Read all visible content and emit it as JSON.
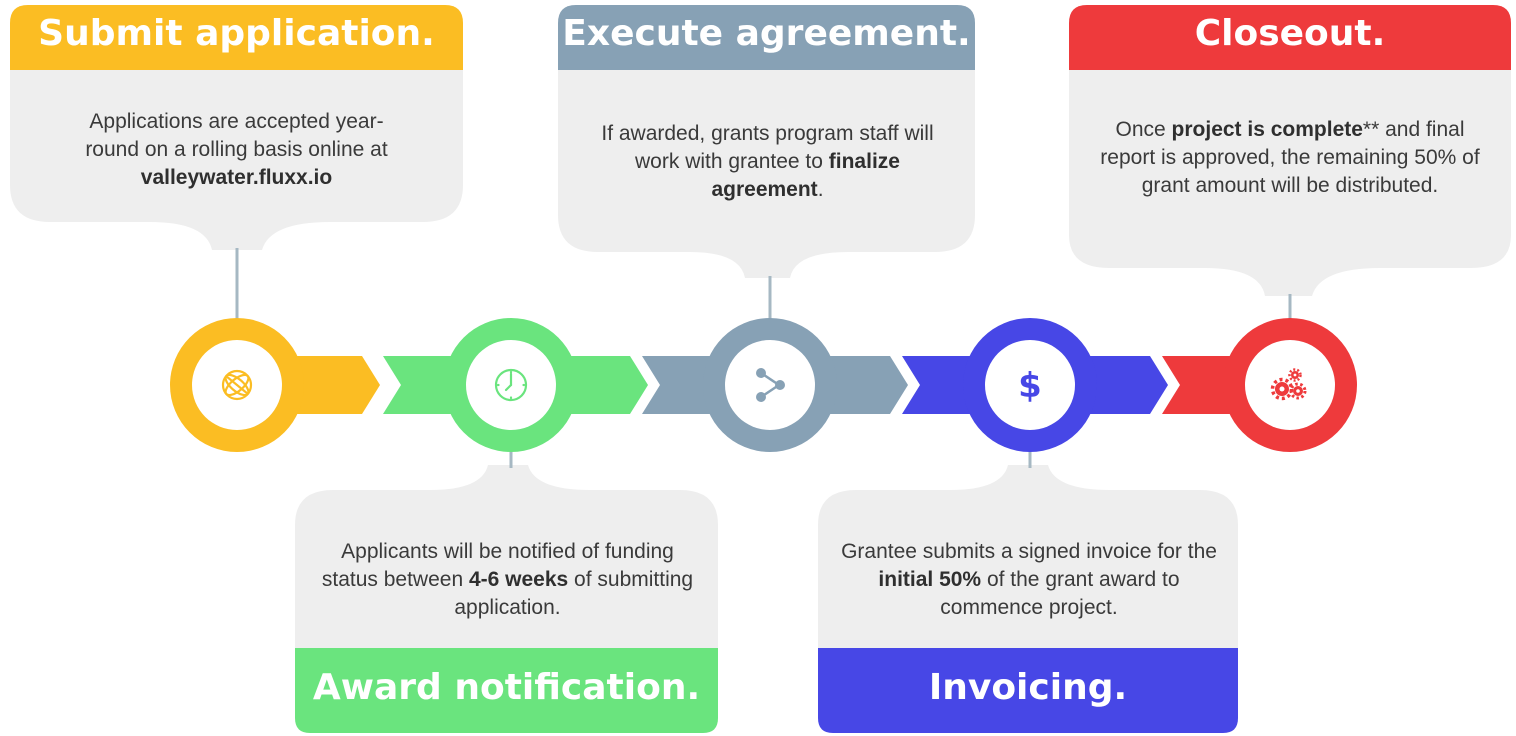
{
  "colors": {
    "yellow": "#fbbd23",
    "green": "#6ae47e",
    "slate": "#87a1b5",
    "blue": "#4747e6",
    "red": "#ee3a3c",
    "bubble": "#eeeeee",
    "connector": "#a6b8c3"
  },
  "steps": [
    {
      "title": "Submit application.",
      "description_parts": [
        {
          "text": "Applications are accepted year-round on a rolling basis online at ",
          "bold": false
        },
        {
          "text": "valleywater.fluxx.io",
          "bold": true
        }
      ],
      "icon": "globe-icon"
    },
    {
      "title": "Award notification.",
      "description_parts": [
        {
          "text": "Applicants will be notified of funding status between ",
          "bold": false
        },
        {
          "text": "4-6 weeks",
          "bold": true
        },
        {
          "text": " of submitting application.",
          "bold": false
        }
      ],
      "icon": "clock-icon"
    },
    {
      "title": "Execute agreement.",
      "description_parts": [
        {
          "text": "If awarded, grants program staff will work with grantee to ",
          "bold": false
        },
        {
          "text": "finalize agreement",
          "bold": true
        },
        {
          "text": ".",
          "bold": false
        }
      ],
      "icon": "share-icon"
    },
    {
      "title": "Invoicing.",
      "description_parts": [
        {
          "text": "Grantee submits a signed invoice for the ",
          "bold": false
        },
        {
          "text": "initial 50%",
          "bold": true
        },
        {
          "text": " of the grant award to commence project.",
          "bold": false
        }
      ],
      "icon": "dollar-icon"
    },
    {
      "title": "Closeout.",
      "description_parts": [
        {
          "text": "Once ",
          "bold": false
        },
        {
          "text": "project is complete",
          "bold": true
        },
        {
          "text": "** and final report is approved, the remaining 50% of grant amount will be distributed.",
          "bold": false
        }
      ],
      "icon": "gears-icon"
    }
  ]
}
